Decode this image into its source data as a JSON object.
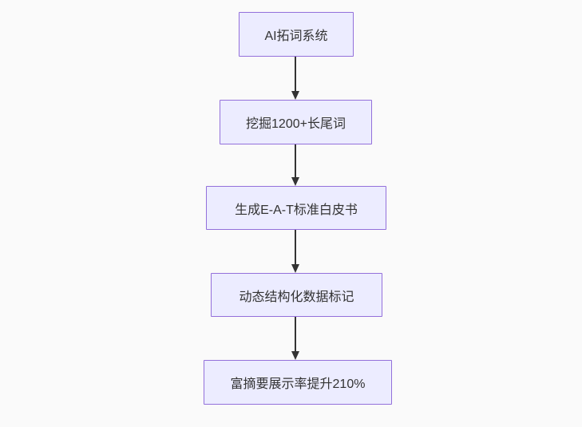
{
  "diagram": {
    "type": "flowchart-vertical",
    "nodes": [
      {
        "id": "node-1",
        "label": "AI拓词系统"
      },
      {
        "id": "node-2",
        "label": "挖掘1200+长尾词"
      },
      {
        "id": "node-3",
        "label": "生成E-A-T标准白皮书"
      },
      {
        "id": "node-4",
        "label": "动态结构化数据标记"
      },
      {
        "id": "node-5",
        "label": "富摘要展示率提升210%"
      }
    ],
    "edges": [
      {
        "from": "node-1",
        "to": "node-2",
        "style": "arrow-down"
      },
      {
        "from": "node-2",
        "to": "node-3",
        "style": "arrow-down"
      },
      {
        "from": "node-3",
        "to": "node-4",
        "style": "arrow-down"
      },
      {
        "from": "node-4",
        "to": "node-5",
        "style": "arrow-down"
      }
    ],
    "colors": {
      "background": "#fafafa",
      "node_fill": "#ECECFF",
      "node_border": "#9370DB",
      "edge": "#333333",
      "text": "#333333"
    }
  }
}
